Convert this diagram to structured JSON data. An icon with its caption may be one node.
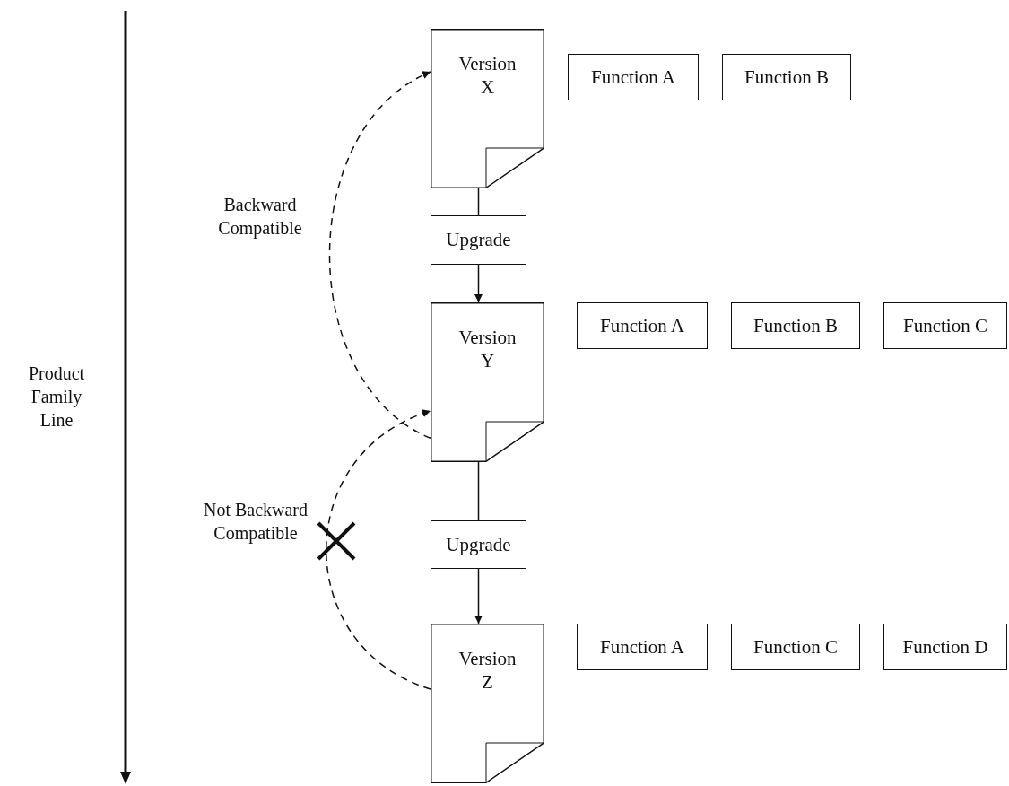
{
  "diagram": {
    "nodes": [
      {
        "text": [
          "Version X"
        ]
      },
      {
        "text": [
          "Function A"
        ]
      },
      {
        "text": [
          "Function B"
        ]
      },
      {
        "text": [
          "Upgrade"
        ]
      },
      {
        "text": [
          "Version Y"
        ]
      },
      {
        "text": [
          "Function A"
        ]
      },
      {
        "text": [
          "Function B"
        ]
      },
      {
        "text": [
          "Function C"
        ]
      },
      {
        "text": [
          "Upgrade"
        ]
      },
      {
        "text": [
          "Version Z"
        ]
      },
      {
        "text": [
          "Function A"
        ]
      },
      {
        "text": [
          "Function C"
        ]
      },
      {
        "text": [
          "Function D"
        ]
      }
    ],
    "edges": [
      {
        "from": 0,
        "to": 3,
        "arrow": "none"
      },
      {
        "from": 3,
        "to": 4,
        "arrow": "to"
      },
      {
        "from": 4,
        "to": 8,
        "arrow": "none"
      },
      {
        "from": 8,
        "to": 9,
        "arrow": "to"
      },
      {
        "from": 4,
        "to": 0,
        "arrow": "to",
        "style": "dashed",
        "label": "Backward Compatible"
      },
      {
        "from": 9,
        "to": 4,
        "arrow": "to",
        "style": "dashed",
        "label": "Not Backward Compatible"
      }
    ],
    "labels": [
      "Product Family Line"
    ]
  }
}
